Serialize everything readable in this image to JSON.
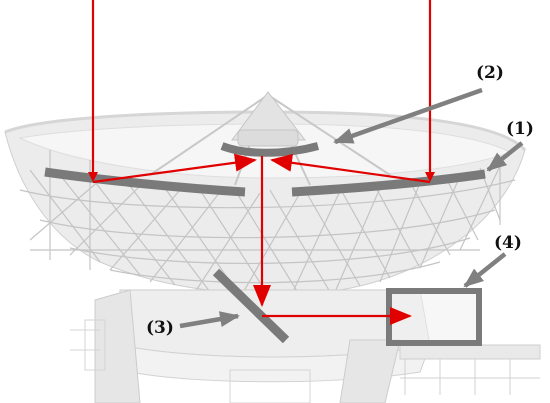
{
  "labels": {
    "main_reflector": "(1)",
    "subreflector": "(2)",
    "tertiary_mirror": "(3)",
    "receiver": "(4)"
  },
  "colors": {
    "ray": "#e00000",
    "component": "#7a7a7a",
    "pointer": "#808080",
    "structure": "#c9c9c9",
    "dish": "#e9e9e9",
    "background": "#ffffff"
  }
}
